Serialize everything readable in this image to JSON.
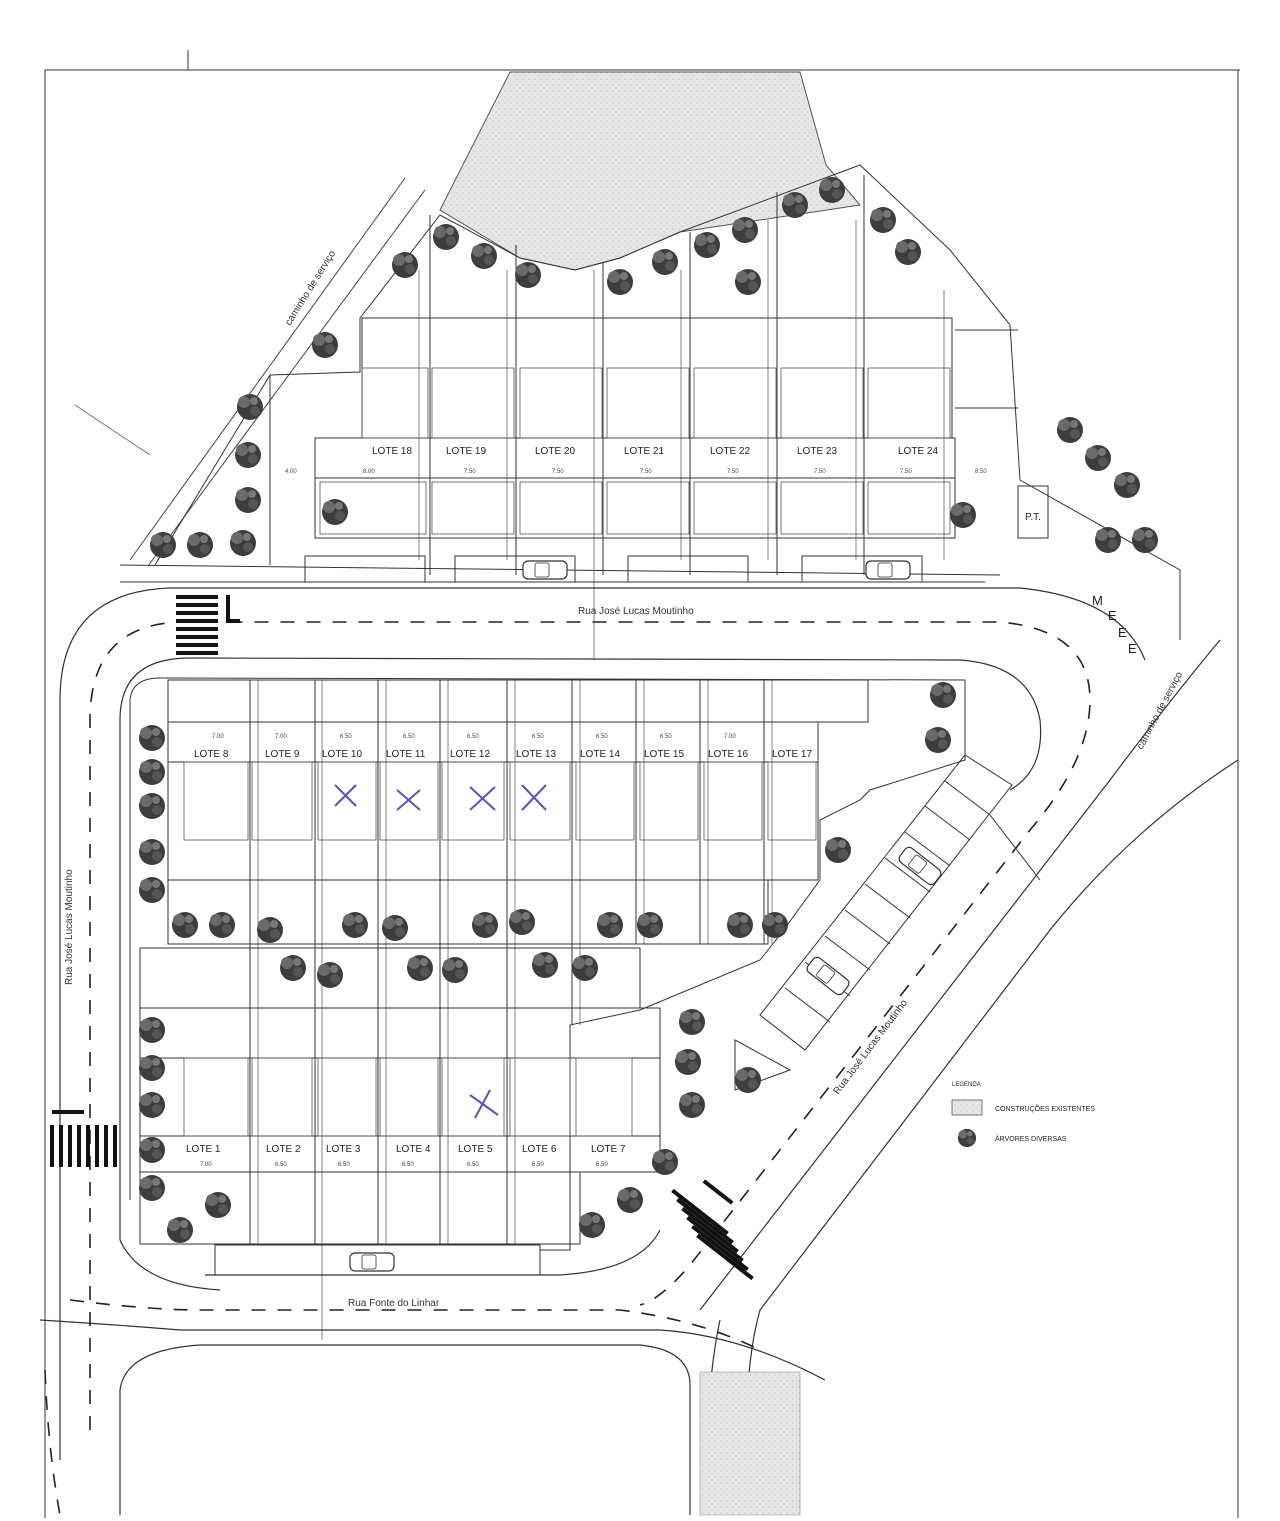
{
  "streets": {
    "top": "Rua José Lucas Moutinho",
    "left": "Rua José Lucas Moutinho",
    "diagonal": "Rua José Lucas Moutinho",
    "bottom": "Rua Fonte do Linhar",
    "service_nw": "caminho de serviço",
    "service_e": "caminho de serviço"
  },
  "lots_top": [
    "LOTE 18",
    "LOTE 19",
    "LOTE 20",
    "LOTE 21",
    "LOTE 22",
    "LOTE 23",
    "LOTE 24"
  ],
  "lots_middle": [
    "LOTE 8",
    "LOTE 9",
    "LOTE 10",
    "LOTE 11",
    "LOTE 12",
    "LOTE 13",
    "LOTE 14",
    "LOTE 15",
    "LOTE 16",
    "LOTE 17"
  ],
  "lots_bottom": [
    "LOTE 1",
    "LOTE 2",
    "LOTE 3",
    "LOTE 4",
    "LOTE 5",
    "LOTE 6",
    "LOTE 7"
  ],
  "pt_label": "P.T.",
  "meee": [
    "M",
    "E",
    "E",
    "E"
  ],
  "dims_top": [
    "4.00",
    "8.00",
    "7.50",
    "7.50",
    "7.50",
    "7.50",
    "7.50",
    "7.50",
    "8.50"
  ],
  "dims_mid": [
    "7.00",
    "7.00",
    "6.50",
    "6.50",
    "6.50",
    "6.50",
    "6.50",
    "6.50",
    "7.00"
  ],
  "dims_bot": [
    "7.00",
    "6.50",
    "6.50",
    "6.50",
    "6.50",
    "6.50",
    "6.50"
  ],
  "legend": {
    "title": "LEGENDA",
    "existing": "CONSTRUÇÕES EXISTENTES",
    "trees": "ÁRVORES DIVERSAS"
  },
  "colors": {
    "line": "#3a3a3a",
    "tree": "#4a4a4a",
    "hatch": "#d4d4d4",
    "mark": "#5b4fc7"
  }
}
